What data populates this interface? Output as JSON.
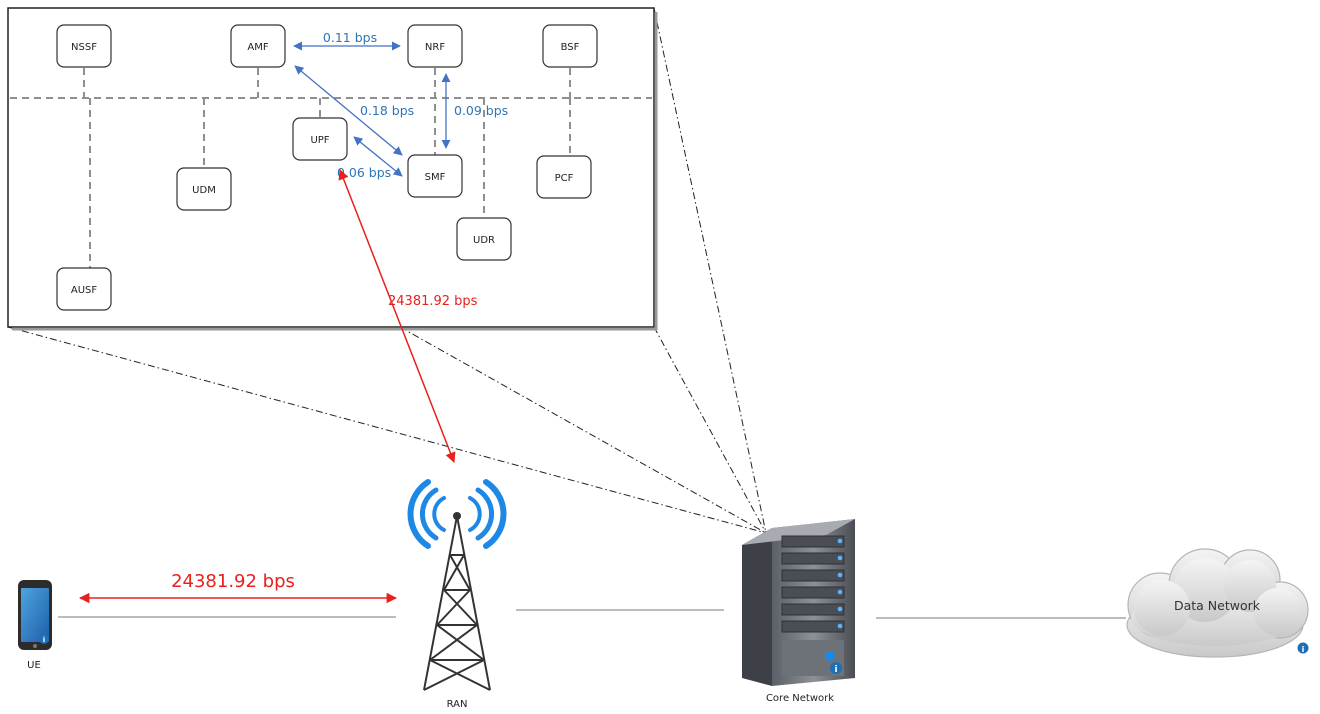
{
  "core_panel": {
    "nodes": {
      "nssf": "NSSF",
      "amf": "AMF",
      "nrf": "NRF",
      "bsf": "BSF",
      "upf": "UPF",
      "udm": "UDM",
      "smf": "SMF",
      "pcf": "PCF",
      "udr": "UDR",
      "ausf": "AUSF"
    },
    "links": {
      "amf_nrf": "0.11 bps",
      "amf_smf": "0.18 bps",
      "nrf_smf": "0.09 bps",
      "upf_smf": "0.06 bps",
      "upf_ran": "24381.92 bps"
    }
  },
  "topology": {
    "ue_label": "UE",
    "ran_label": "RAN",
    "core_label": "Core Network",
    "cloud_label": "Data Network",
    "ue_ran_rate": "24381.92 bps"
  },
  "colors": {
    "blue_arrow": "#4472c4",
    "blue_text": "#2e75b6",
    "red": "#e8201e",
    "tower_signal": "#1e88e5"
  }
}
